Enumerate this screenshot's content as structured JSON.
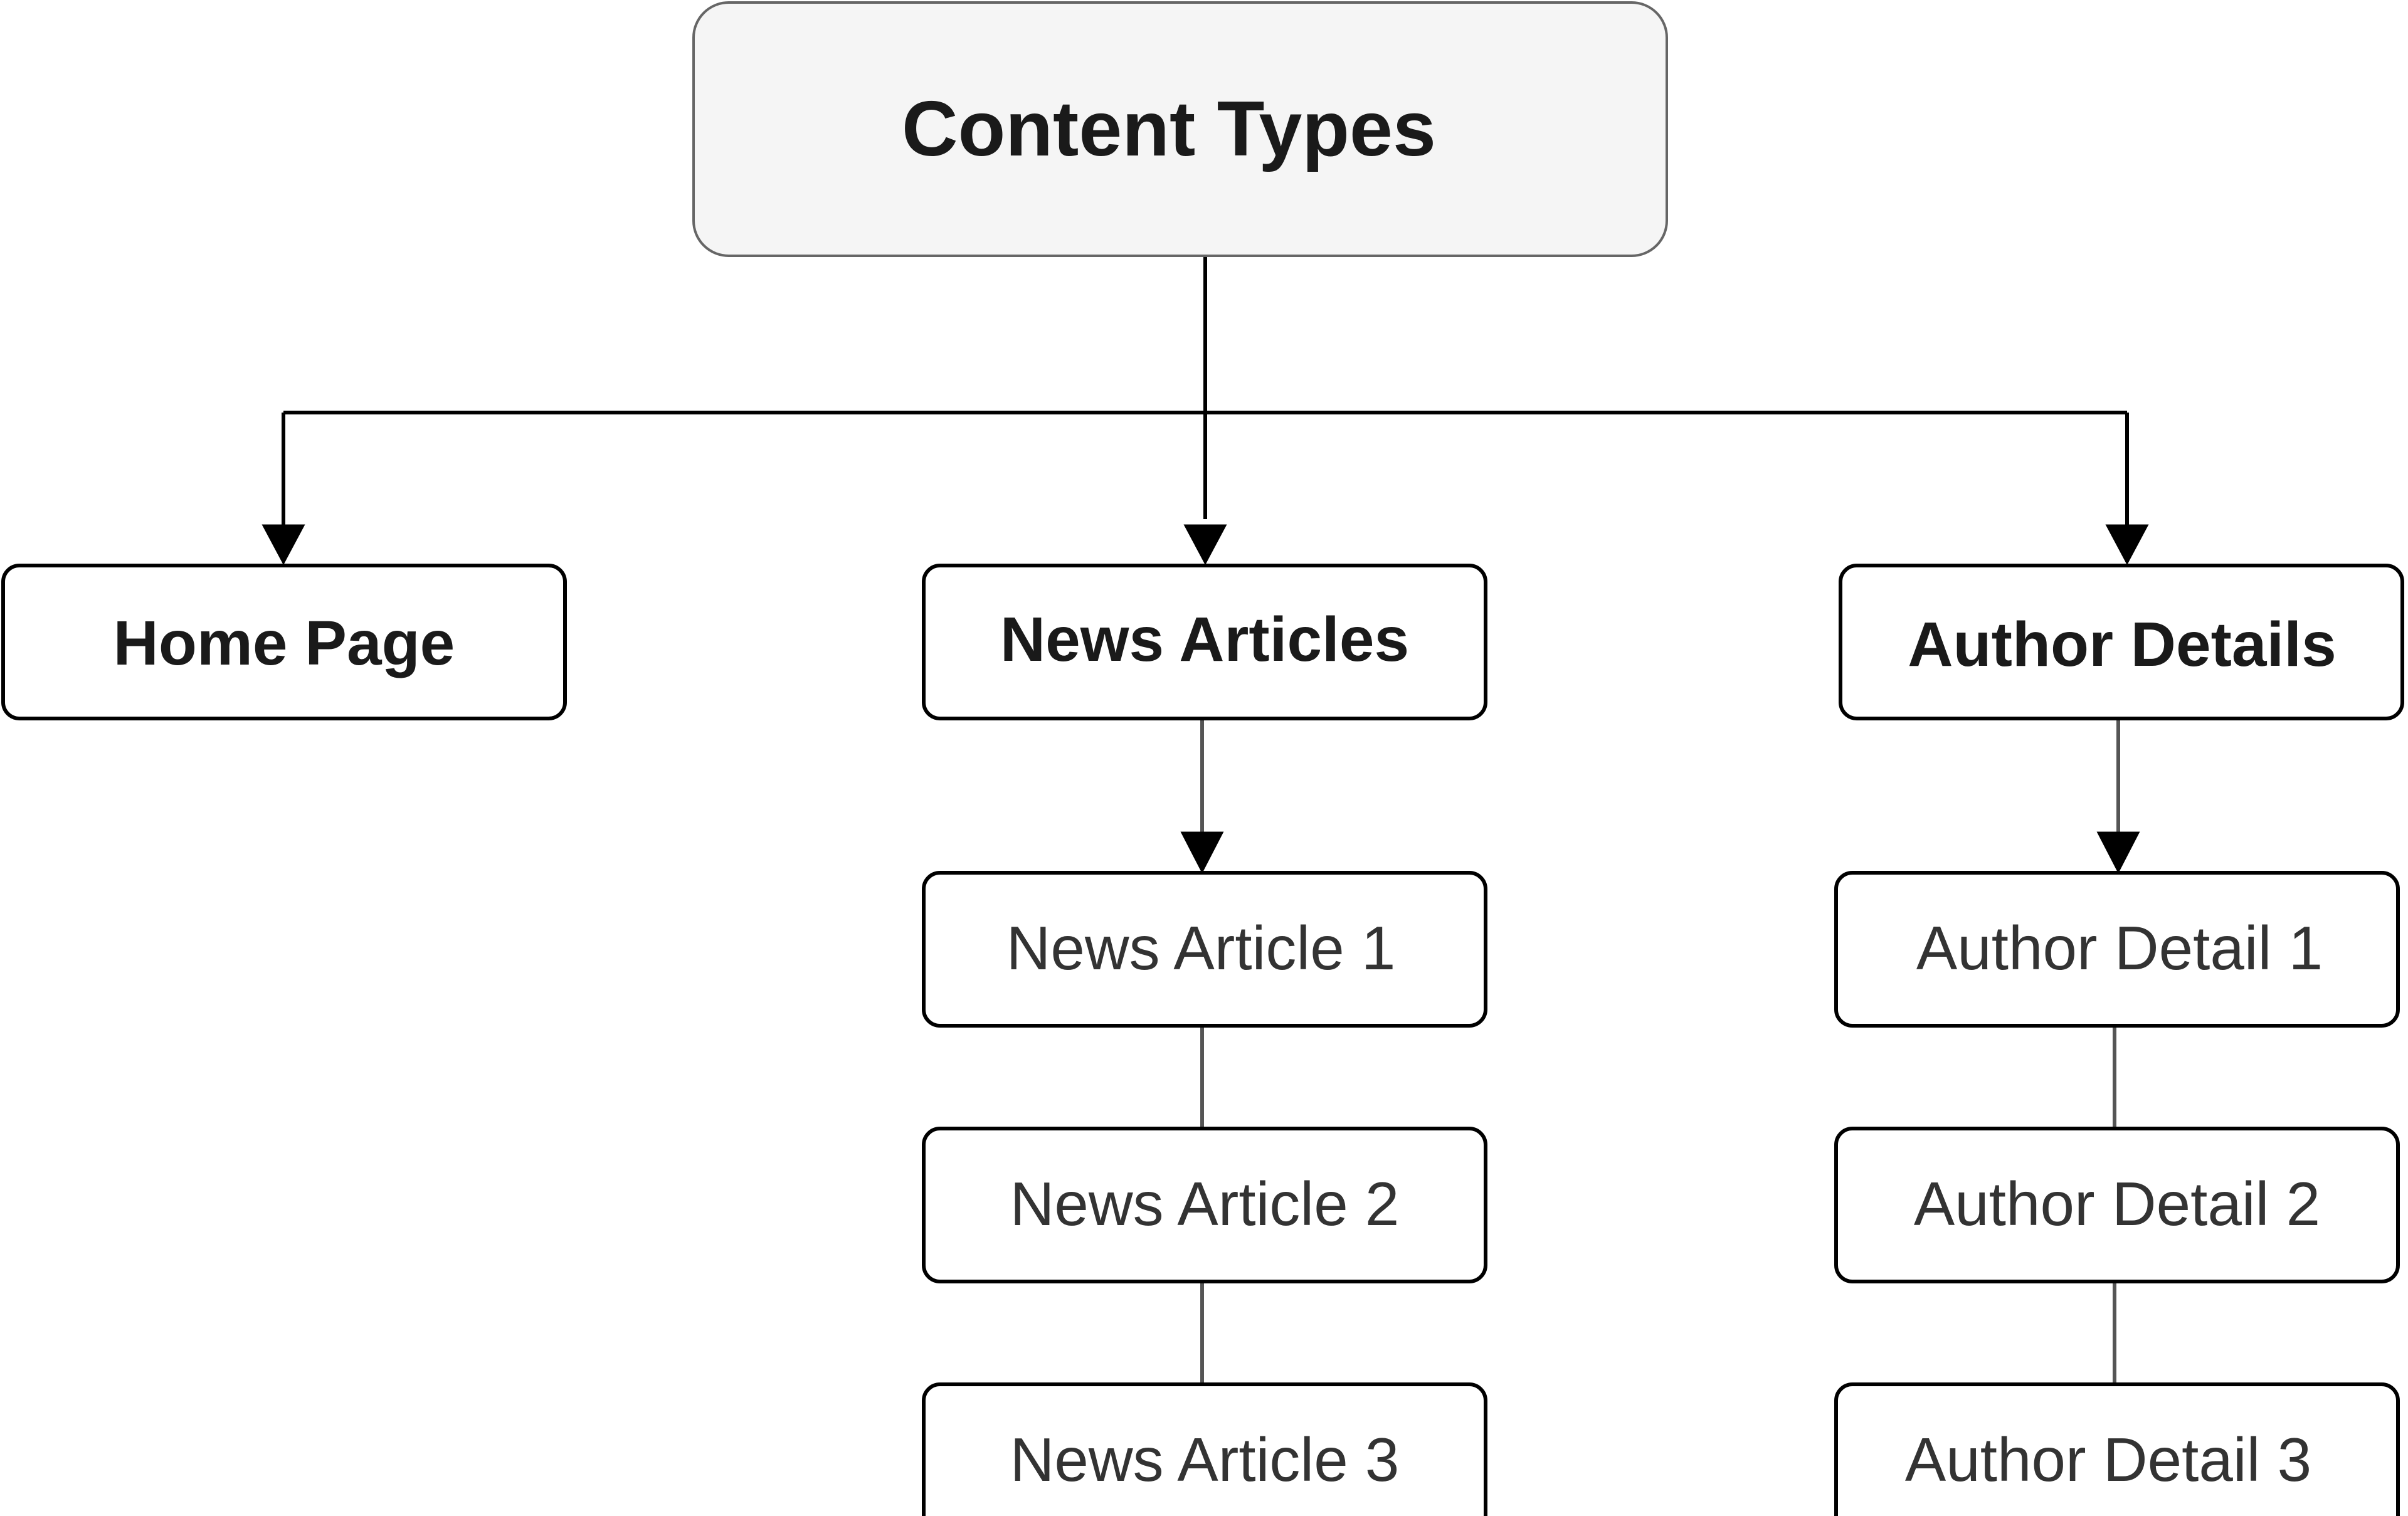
{
  "root": {
    "label": "Content Types"
  },
  "categories": [
    {
      "label": "Home Page",
      "items": []
    },
    {
      "label": "News Articles",
      "items": [
        "News Article 1",
        "News Article 2",
        "News Article 3"
      ]
    },
    {
      "label": "Author Details",
      "items": [
        "Author Detail 1",
        "Author Detail 2",
        "Author Detail 3"
      ]
    }
  ],
  "colors": {
    "root_fill": "#f5f5f5",
    "box_fill": "#ffffff",
    "stroke": "#000000"
  }
}
